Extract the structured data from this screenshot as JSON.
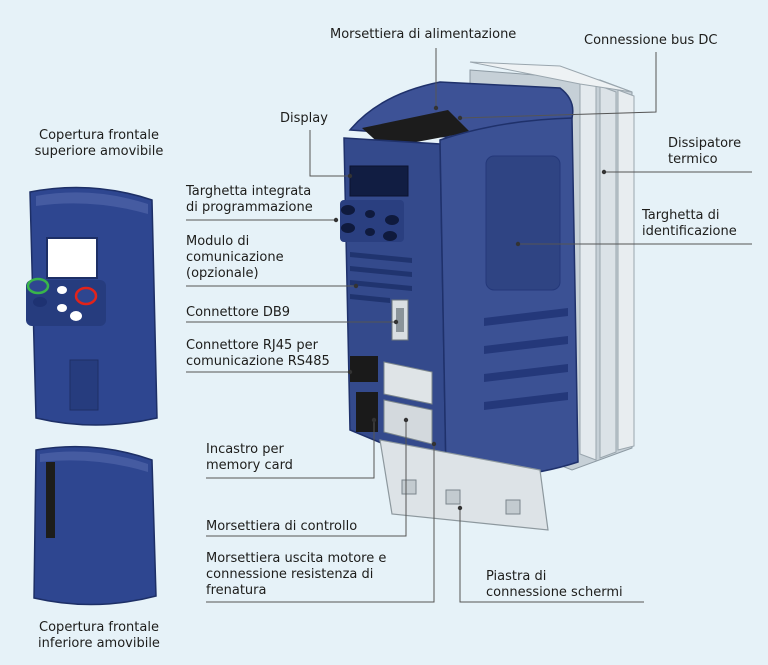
{
  "colors": {
    "background": "#e6f2f8",
    "cover_blue": "#2e4690",
    "body_blue": "#344a8c",
    "heatsink": "#d4dde3",
    "line": "#555555"
  },
  "labels": {
    "cover_top": "Copertura frontale\nsuperiore amovibile",
    "cover_bottom": "Copertura frontale\ninferiore amovibile",
    "power_terminal": "Morsettiera di alimentazione",
    "dc_bus": "Connessione bus DC",
    "display": "Display",
    "heatsink": "Dissipatore\ntermico",
    "keypad": "Targhetta integrata\ndi programmazione",
    "nameplate": "Targhetta di\nidentificazione",
    "comm_module": "Modulo di\ncomunicazione\n(opzionale)",
    "db9": "Connettore DB9",
    "rj45": "Connettore RJ45 per\ncomunicazione RS485",
    "memory_card": "Incastro per\nmemory card",
    "control_terminal": "Morsettiera di controllo",
    "motor_terminal": "Morsettiera uscita motore e\nconnessione resistenza di\nfrenatura",
    "shield_plate": "Piastra di\nconnessione schermi"
  }
}
